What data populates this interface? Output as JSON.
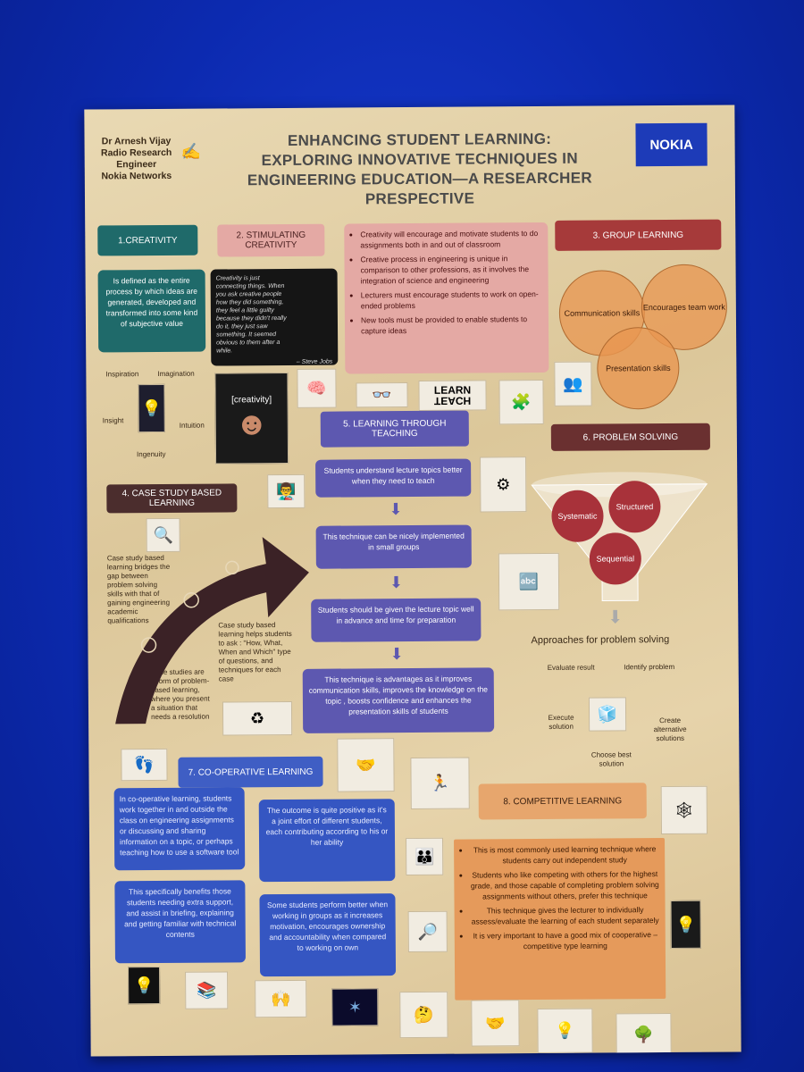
{
  "author": {
    "name": "Dr Arnesh Vijay",
    "role1": "Radio Research",
    "role2": "Engineer",
    "org": "Nokia Networks"
  },
  "title": [
    "ENHANCING STUDENT LEARNING:",
    "EXPLORING INNOVATIVE TECHNIQUES IN",
    "ENGINEERING EDUCATION—A RESEARCHER",
    "PRESPECTIVE"
  ],
  "logo": "NOKIA",
  "sections": {
    "creativity": {
      "heading": "1.CREATIVITY",
      "definition": "Is defined as the entire process by which ideas are generated, developed and transformed into some kind of subjective value",
      "cycle": [
        "Inspiration",
        "Imagination",
        "Intuition",
        "Ingenuity",
        "Insight"
      ]
    },
    "stimulating": {
      "heading": "2. STIMULATING CREATIVITY",
      "quote": "Creativity is just connecting things. When you ask creative people how they did something, they feel a little guilty because they didn't really do it, they just saw something. It seemed obvious to them after a while.",
      "quote_author": "– Steve Jobs",
      "creativity_label": "[creativity]",
      "bullets": [
        "Creativity will encourage and motivate students to do assignments both in and out of classroom",
        "Creative process in engineering is unique in comparison to other professions, as it involves the integration of science and engineering",
        "Lecturers must encourage students to work on open-ended problems",
        "New tools must be provided to enable students to capture ideas"
      ],
      "learn_label": "LEARN",
      "teach_label": "TEACH"
    },
    "group": {
      "heading": "3. GROUP LEARNING",
      "circles": [
        "Communication skills",
        "Encourages team work",
        "Presentation skills"
      ]
    },
    "case": {
      "heading": "4. CASE STUDY BASED LEARNING",
      "text1": "Case study based learning bridges the gap between problem solving skills with that of gaining engineering academic qualifications",
      "text2": "Case study based learning helps students to ask : \"How, What, When and Which\" type of questions, and techniques for each case",
      "text3": "Case studies are a form of problem-based learning, where you present a situation that needs a resolution"
    },
    "teaching": {
      "heading": "5. LEARNING THROUGH TEACHING",
      "steps": [
        "Students understand lecture topics better when they need to teach",
        "This technique can be nicely implemented in small groups",
        "Students should be given the lecture topic well in advance and time for preparation",
        "This technique is advantages as it improves communication skills, improves the knowledge on the topic , boosts confidence and enhances the presentation skills of students"
      ]
    },
    "problem": {
      "heading": "6. PROBLEM SOLVING",
      "circles": [
        "Systematic",
        "Structured",
        "Sequential"
      ],
      "approaches_title": "Approaches for problem solving",
      "cycle": [
        "Identify problem",
        "Create alternative solutions",
        "Choose best solution",
        "Execute solution",
        "Evaluate result"
      ]
    },
    "cooperative": {
      "heading": "7. CO-OPERATIVE LEARNING",
      "boxes": [
        "In co-operative learning, students work together in and outside the class on engineering assignments or discussing and sharing information on a topic, or perhaps teaching how to use a software tool",
        "The outcome is quite positive as it's a joint effort of different students, each contributing according to his or her ability",
        "This specifically benefits those students needing extra support, and assist in briefing, explaining and getting familiar with technical contents",
        "Some students perform better when working in groups as it increases motivation, encourages ownership and accountability when compared to working on own"
      ]
    },
    "competitive": {
      "heading": "8. COMPETITIVE LEARNING",
      "bullets": [
        "This is most commonly used learning technique where students carry out independent study",
        "Students who like competing with others for the highest grade, and those capable of completing problem solving assignments without others, prefer this technique",
        "This technique gives the lecturer to individually assess/evaluate the learning of each student separately",
        "It is very important to have a good mix of cooperative – competitive type learning"
      ]
    }
  },
  "colors": {
    "board": "#0c2ab0",
    "paper": "#e2cfa5",
    "teal": "#1f6a6a",
    "pink": "#e4a9a4",
    "red": "#a63a3a",
    "purple": "#5d58b0",
    "orange": "#e7a66d",
    "blue_box": "#2f4fb8"
  }
}
